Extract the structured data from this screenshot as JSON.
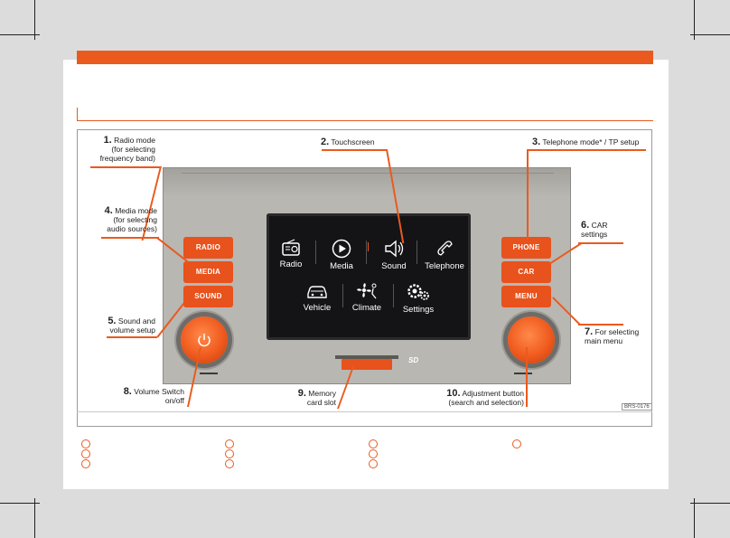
{
  "figure": {
    "callouts": [
      {
        "num": "1.",
        "text": "Radio mode (for selecting frequency band)"
      },
      {
        "num": "2.",
        "text": "Touchscreen"
      },
      {
        "num": "3.",
        "text": "Telephone mode* / TP setup"
      },
      {
        "num": "4.",
        "text": "Media mode (for selecting audio sources)"
      },
      {
        "num": "5.",
        "text": "Sound and volume setup"
      },
      {
        "num": "6.",
        "text": "CAR settings"
      },
      {
        "num": "7.",
        "text": "For selecting main menu"
      },
      {
        "num": "8.",
        "text": "Volume Switch on/off"
      },
      {
        "num": "9.",
        "text": "Memory card slot"
      },
      {
        "num": "10.",
        "text": "Adjustment button (search and selection)"
      }
    ],
    "left_buttons": [
      "RADIO",
      "MEDIA",
      "SOUND"
    ],
    "right_buttons": [
      "PHONE",
      "CAR",
      "MENU"
    ],
    "screen_apps": [
      "Radio",
      "Media",
      "Sound",
      "Telephone",
      "Vehicle",
      "Climate",
      "Settings"
    ],
    "sd_label": "SD",
    "figure_code": "BRS-0176"
  },
  "colors": {
    "accent": "#ea5a1e",
    "button": "#e8521c"
  }
}
